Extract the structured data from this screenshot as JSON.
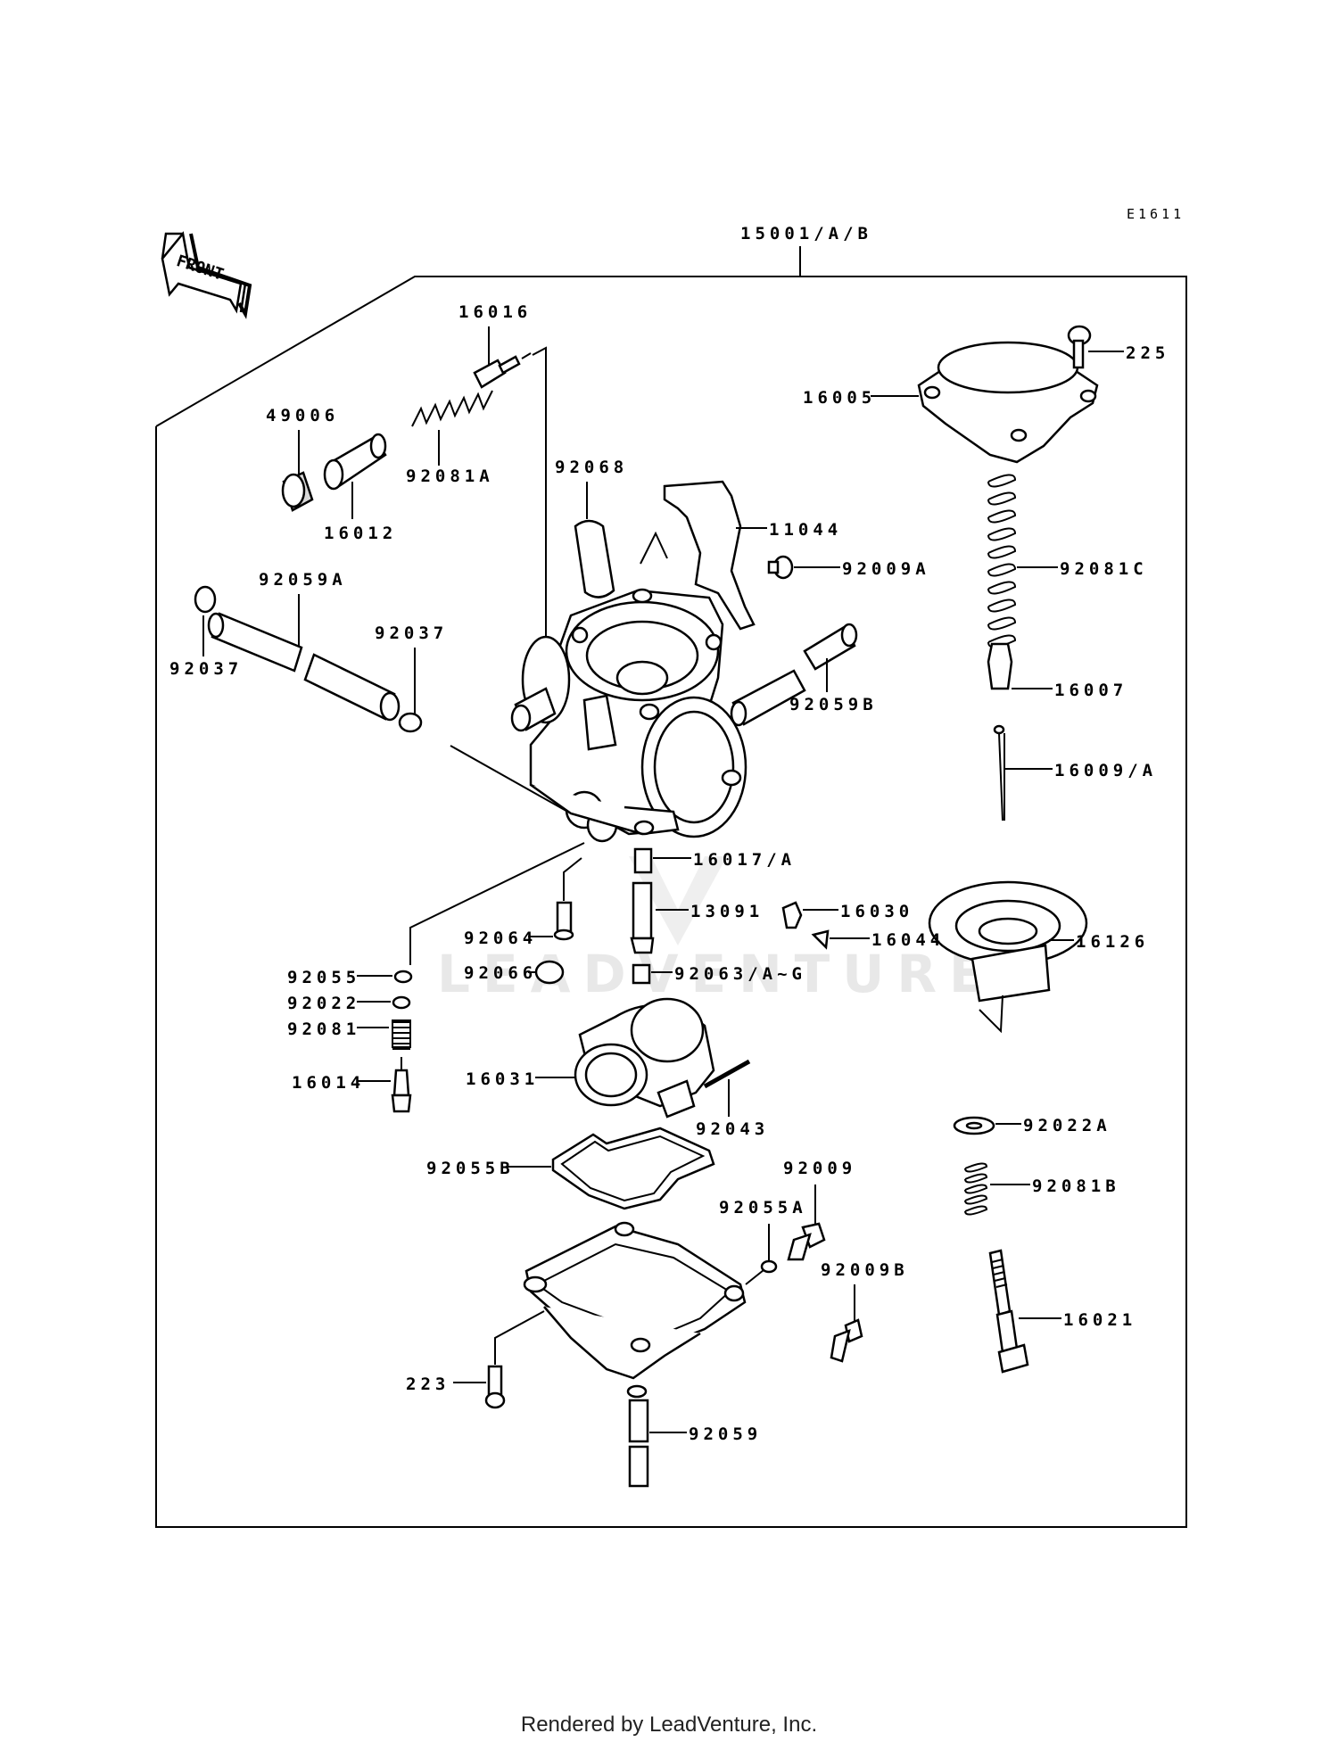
{
  "diagram": {
    "diagram_code": "E1611",
    "assembly_label": "15001/A/B",
    "front_label": "FRONT",
    "watermark": "LEADVENTURE",
    "part_labels": {
      "p16016": "16016",
      "p49006": "49006",
      "p92081A": "92081A",
      "p16012": "16012",
      "p92068": "92068",
      "p11044": "11044",
      "p92009A": "92009A",
      "p92059A": "92059A",
      "p92037a": "92037",
      "p92037b": "92037",
      "p92059B": "92059B",
      "p225": "225",
      "p16005": "16005",
      "p92081C": "92081C",
      "p16007": "16007",
      "p16009A": "16009/A",
      "p16017A": "16017/A",
      "p13091": "13091",
      "p16030": "16030",
      "p16044": "16044",
      "p92064": "92064",
      "p92066": "92066",
      "p92063AG": "92063/A~G",
      "p16126": "16126",
      "p92055": "92055",
      "p92022": "92022",
      "p92081": "92081",
      "p16014": "16014",
      "p16031": "16031",
      "p92043": "92043",
      "p92022A": "92022A",
      "p92055B": "92055B",
      "p92009": "92009",
      "p92055A": "92055A",
      "p92081B": "92081B",
      "p92009B": "92009B",
      "p16021": "16021",
      "p223": "223",
      "p92059": "92059"
    }
  },
  "footer": {
    "text": "Rendered by LeadVenture, Inc."
  }
}
